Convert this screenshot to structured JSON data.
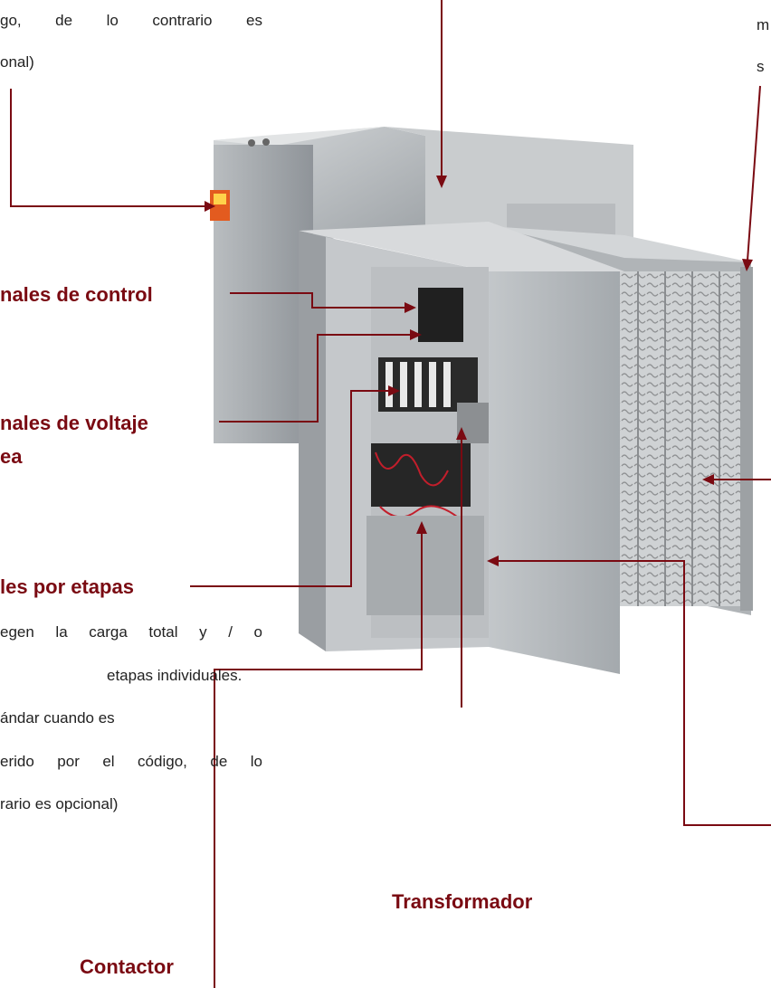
{
  "top_left_text": [
    "go, de lo contrario es",
    "onal)"
  ],
  "top_right_text": [
    "m",
    "s"
  ],
  "labels": {
    "terminales_control": "nales de control",
    "terminales_voltaje_1": "nales de voltaje",
    "terminales_voltaje_2": "ea",
    "fusibles_etapas": "les por etapas",
    "transformador": "Transformador",
    "contactor": "Contactor"
  },
  "fusibles_desc": [
    "egen la carga total y / o",
    "etapas individuales.",
    "ándar cuando es",
    "erido por el código, de lo",
    "rario es opcional)"
  ],
  "colors": {
    "label": "#7a0a12",
    "line": "#7a0a12"
  }
}
